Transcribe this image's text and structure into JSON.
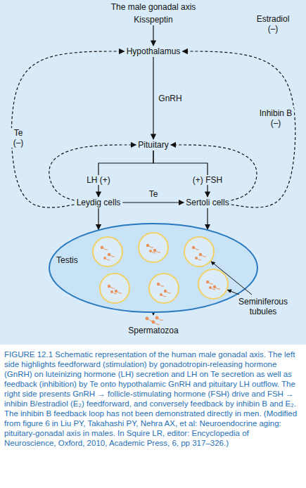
{
  "diagram": {
    "title": "The male gonadal axis",
    "caption": "FIGURE 12.1 Schematic representation of the human male gonadal axis. The left side highlights feedforward (stimulation) by gonadotropin-releasing hormone (GnRH) on luteinizing hormone (LH) secretion and LH on Te secretion as well as feedback (inhibition) by Te onto hypothalamic GnRH and pituitary LH outflow. The right side presents GnRH → follicle-stimulating hormone (FSH) drive and FSH → inhibin B/estradiol (E₂) feedforward, and conversely feedback by inhibin B and E₂. The inhibin B feedback loop has not been demonstrated directly in men. (Modified from figure 6 in Liu PY, Takahashi PY, Nehra AX, et al: Neuroendocrine aging: pituitary-gonadal axis in males. In Squire LR, editor: Encyclopedia of Neuroscience, Oxford, 2010, Academic Press, 6, pp 317–326.)",
    "nodes": [
      {
        "text": [
          "Kisspeptin"
        ]
      },
      {
        "text": [
          "Hypothalamus"
        ]
      },
      {
        "text": [
          "Pituitary"
        ]
      },
      {
        "text": [
          "Leydig cells"
        ]
      },
      {
        "text": [
          "Sertoli cells"
        ]
      },
      {
        "text": [
          "Testis"
        ]
      },
      {
        "text": [
          "Spermatozoa"
        ]
      }
    ],
    "edges": [
      {
        "from": 0,
        "to": 1,
        "arrow": "to"
      },
      {
        "from": 1,
        "to": 2,
        "arrow": "to",
        "label": "GnRH"
      },
      {
        "from": 2,
        "to": 3,
        "arrow": "to",
        "label": "LH (+)"
      },
      {
        "from": 2,
        "to": 4,
        "arrow": "to",
        "label": "(+) FSH"
      },
      {
        "from": 3,
        "to": 4,
        "arrow": "to",
        "label": "Te"
      },
      {
        "from": 3,
        "to": 5,
        "arrow": "to"
      },
      {
        "from": 4,
        "to": 5,
        "arrow": "to"
      },
      {
        "from": 5,
        "to": 6,
        "arrow": "to"
      },
      {
        "from": 3,
        "to": 1,
        "arrow": "to",
        "label": "Te (–)"
      },
      {
        "from": 3,
        "to": 2,
        "arrow": "to"
      },
      {
        "from": 4,
        "to": 1,
        "arrow": "to",
        "label": "Estradiol (–)"
      },
      {
        "from": 4,
        "to": 2,
        "arrow": "to",
        "label": "Inhibin B (–)"
      }
    ],
    "labels": [
      "Seminiferous tubules"
    ]
  }
}
